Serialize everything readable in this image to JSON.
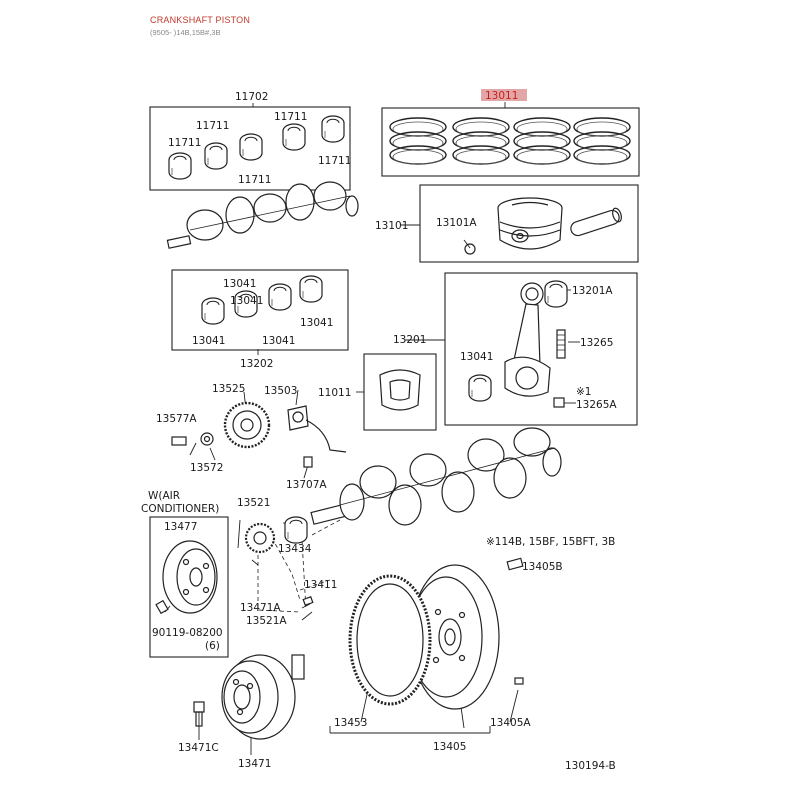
{
  "header": {
    "title": "CRANKSHAFT PISTON",
    "subtitle": "(9505- )14B,15B#,3B"
  },
  "callouts": {
    "c11702": "11702",
    "c11711_a": "11711",
    "c11711_b": "11711",
    "c11711_c": "11711",
    "c11711_d": "11711",
    "c11711_e": "11711",
    "c13011": "13011",
    "c13101": "13101",
    "c13101A": "13101A",
    "c13041_a": "13041",
    "c13041_b": "13041",
    "c13041_c": "13041",
    "c13041_d": "13041",
    "c13041_e": "13041",
    "c13202": "13202",
    "c13201": "13201",
    "c13201A": "13201A",
    "c13265": "13265",
    "c13265A": "13265A",
    "mark1": "※1",
    "c11011": "11011",
    "c13525": "13525",
    "c13503": "13503",
    "c13577A": "13577A",
    "c13572": "13572",
    "c13707A": "13707A",
    "wac_1": "W(AIR",
    "wac_2": "CONDITIONER)",
    "c13477": "13477",
    "c13521": "13521",
    "c13434": "13434",
    "c13411": "13411",
    "c13471A": "13471A",
    "c13521A": "13521A",
    "c90119": "90119-08200",
    "qty6": "(6)",
    "note1": "※114B, 15BF, 15BFT, 3B",
    "c13405B": "13405B",
    "c13453": "13453",
    "c13405A": "13405A",
    "c13405": "13405",
    "c13471C": "13471C",
    "c13471": "13471",
    "figure_code": "130194-B"
  }
}
